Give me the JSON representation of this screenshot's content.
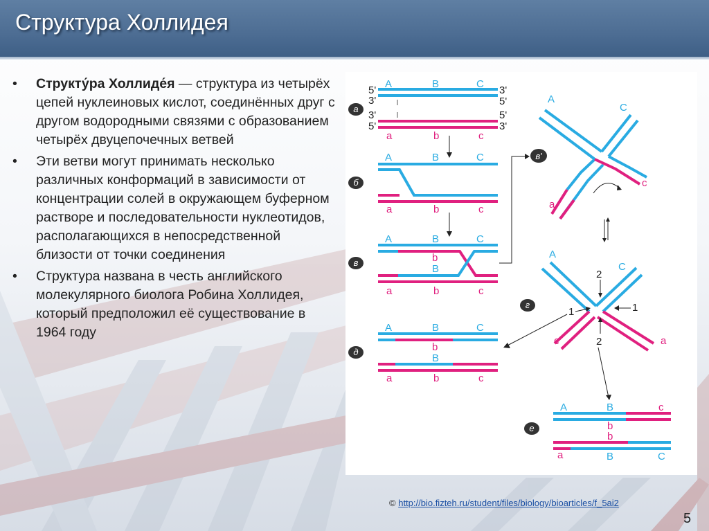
{
  "slide": {
    "title": "Структура Холлидея",
    "bullets": [
      {
        "term": "Структу́ра Холлиде́я",
        "text": " — структура из четырёх цепей нуклеиновых кислот, соединённых друг с другом водородными связями с образованием четырёх двуцепочечных ветвей"
      },
      {
        "text": "Эти ветви могут принимать несколько различных конформаций в зависимости от концентрации солей в окружающем буферном растворе и последовательности нуклеотидов, располагающихся в непосредственной близости от точки соединения"
      },
      {
        "text": "Структура названа в честь английского молекулярного биолога Робина Холлидея, который предположил её существование в 1964 году"
      }
    ],
    "bullet_symbol": "•",
    "credit_symbol": "©",
    "credit_url": "http://bio.fizteh.ru/student/files/biology/bioarticles/f_5ai2",
    "page_number": "5"
  },
  "figure": {
    "colors": {
      "blue": "#29abe2",
      "pink": "#e0207f",
      "label_blue": "#29abe2",
      "label_pink": "#e0207f",
      "badge": "#333333"
    },
    "stages": [
      "а",
      "б",
      "в",
      "в'",
      "г",
      "д",
      "е"
    ],
    "ends": {
      "five": "5'",
      "three": "3'"
    },
    "upper_labels": [
      "A",
      "B",
      "C"
    ],
    "lower_labels": [
      "a",
      "b",
      "c"
    ],
    "numbers": {
      "one": "1",
      "two": "2"
    }
  }
}
